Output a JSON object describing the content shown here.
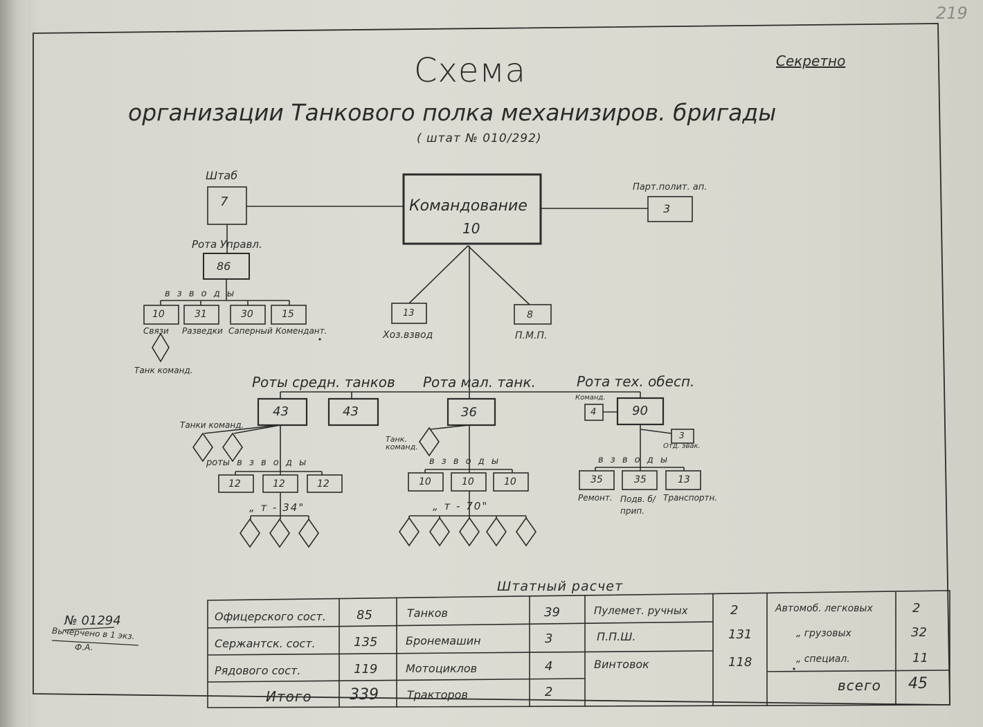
{
  "page_number": "219",
  "classification": "Секретно",
  "title": "Схема",
  "subtitle": "организации Танкового полка механизиров. бригады",
  "staff_note": "( штат № 010/292)",
  "command": {
    "label": "Командование",
    "value": "10"
  },
  "hq": {
    "label": "Штаб",
    "value": "7"
  },
  "party": {
    "label": "Парт.полит. ап.",
    "value": "3"
  },
  "control_company": {
    "label": "Рота Управл.",
    "value": "86"
  },
  "control_platoons": {
    "heading": "в з в о д ы",
    "items": [
      {
        "value": "10",
        "label": "Связи"
      },
      {
        "value": "31",
        "label": "Разведки"
      },
      {
        "value": "30",
        "label": "Саперный"
      },
      {
        "value": "15",
        "label": "Комендант."
      }
    ],
    "tank_label": "Танк команд."
  },
  "supply_platoon": {
    "value": "13",
    "label": "Хоз.взвод"
  },
  "pmp": {
    "value": "8",
    "label": "П.М.П."
  },
  "medium_companies": {
    "label": "Роты средн. танков",
    "values": [
      "43",
      "43"
    ],
    "command_tanks_label": "Танки команд.",
    "platoons_heading": "роты в з в о д ы",
    "platoons": [
      "12",
      "12",
      "12"
    ],
    "tank_type": "„ т - 34\""
  },
  "light_company": {
    "label": "Рота мал. танк.",
    "value": "36",
    "command_tank_label": "Танк. команд.",
    "platoons_heading": "в з в о д ы",
    "platoons": [
      "10",
      "10",
      "10"
    ],
    "tank_type": "„ т - 70\""
  },
  "tech_company": {
    "label": "Рота тех. обесп.",
    "value": "90",
    "command": {
      "label": "Команд.",
      "value": "4"
    },
    "evac": {
      "label": "Отд. эвак.",
      "value": "3"
    },
    "platoons_heading": "в з в о д ы",
    "platoons": [
      {
        "value": "35",
        "label": "Ремонт."
      },
      {
        "value": "35",
        "label": "Подв. б/прип."
      },
      {
        "value": "13",
        "label": "Транспортн."
      }
    ]
  },
  "stamp": {
    "number": "№ 01294",
    "note": "Вычерчено в 1 экз.",
    "initials": "Ф.А."
  },
  "staffing": {
    "title": "Штатный расчет",
    "col1": [
      {
        "label": "Офицерского сост.",
        "value": "85"
      },
      {
        "label": "Сержантск. сост.",
        "value": "135"
      },
      {
        "label": "Рядового сост.",
        "value": "119"
      },
      {
        "label": "Итого",
        "value": "339"
      }
    ],
    "col2": [
      {
        "label": "Танков",
        "value": "39"
      },
      {
        "label": "Бронемашин",
        "value": "3"
      },
      {
        "label": "Мотоциклов",
        "value": "4"
      },
      {
        "label": "Тракторов",
        "value": "2"
      }
    ],
    "col3": [
      {
        "label": "Пулемет. ручных",
        "value": "2"
      },
      {
        "label": "П.П.Ш.",
        "value": "131"
      },
      {
        "label": "Винтовок",
        "value": "118"
      }
    ],
    "col4": [
      {
        "label": "Автомоб. легковых",
        "value": "2"
      },
      {
        "label": "„ грузовых",
        "value": "32"
      },
      {
        "label": "„ специал.",
        "value": "11"
      },
      {
        "label": "всего",
        "value": "45"
      }
    ]
  }
}
